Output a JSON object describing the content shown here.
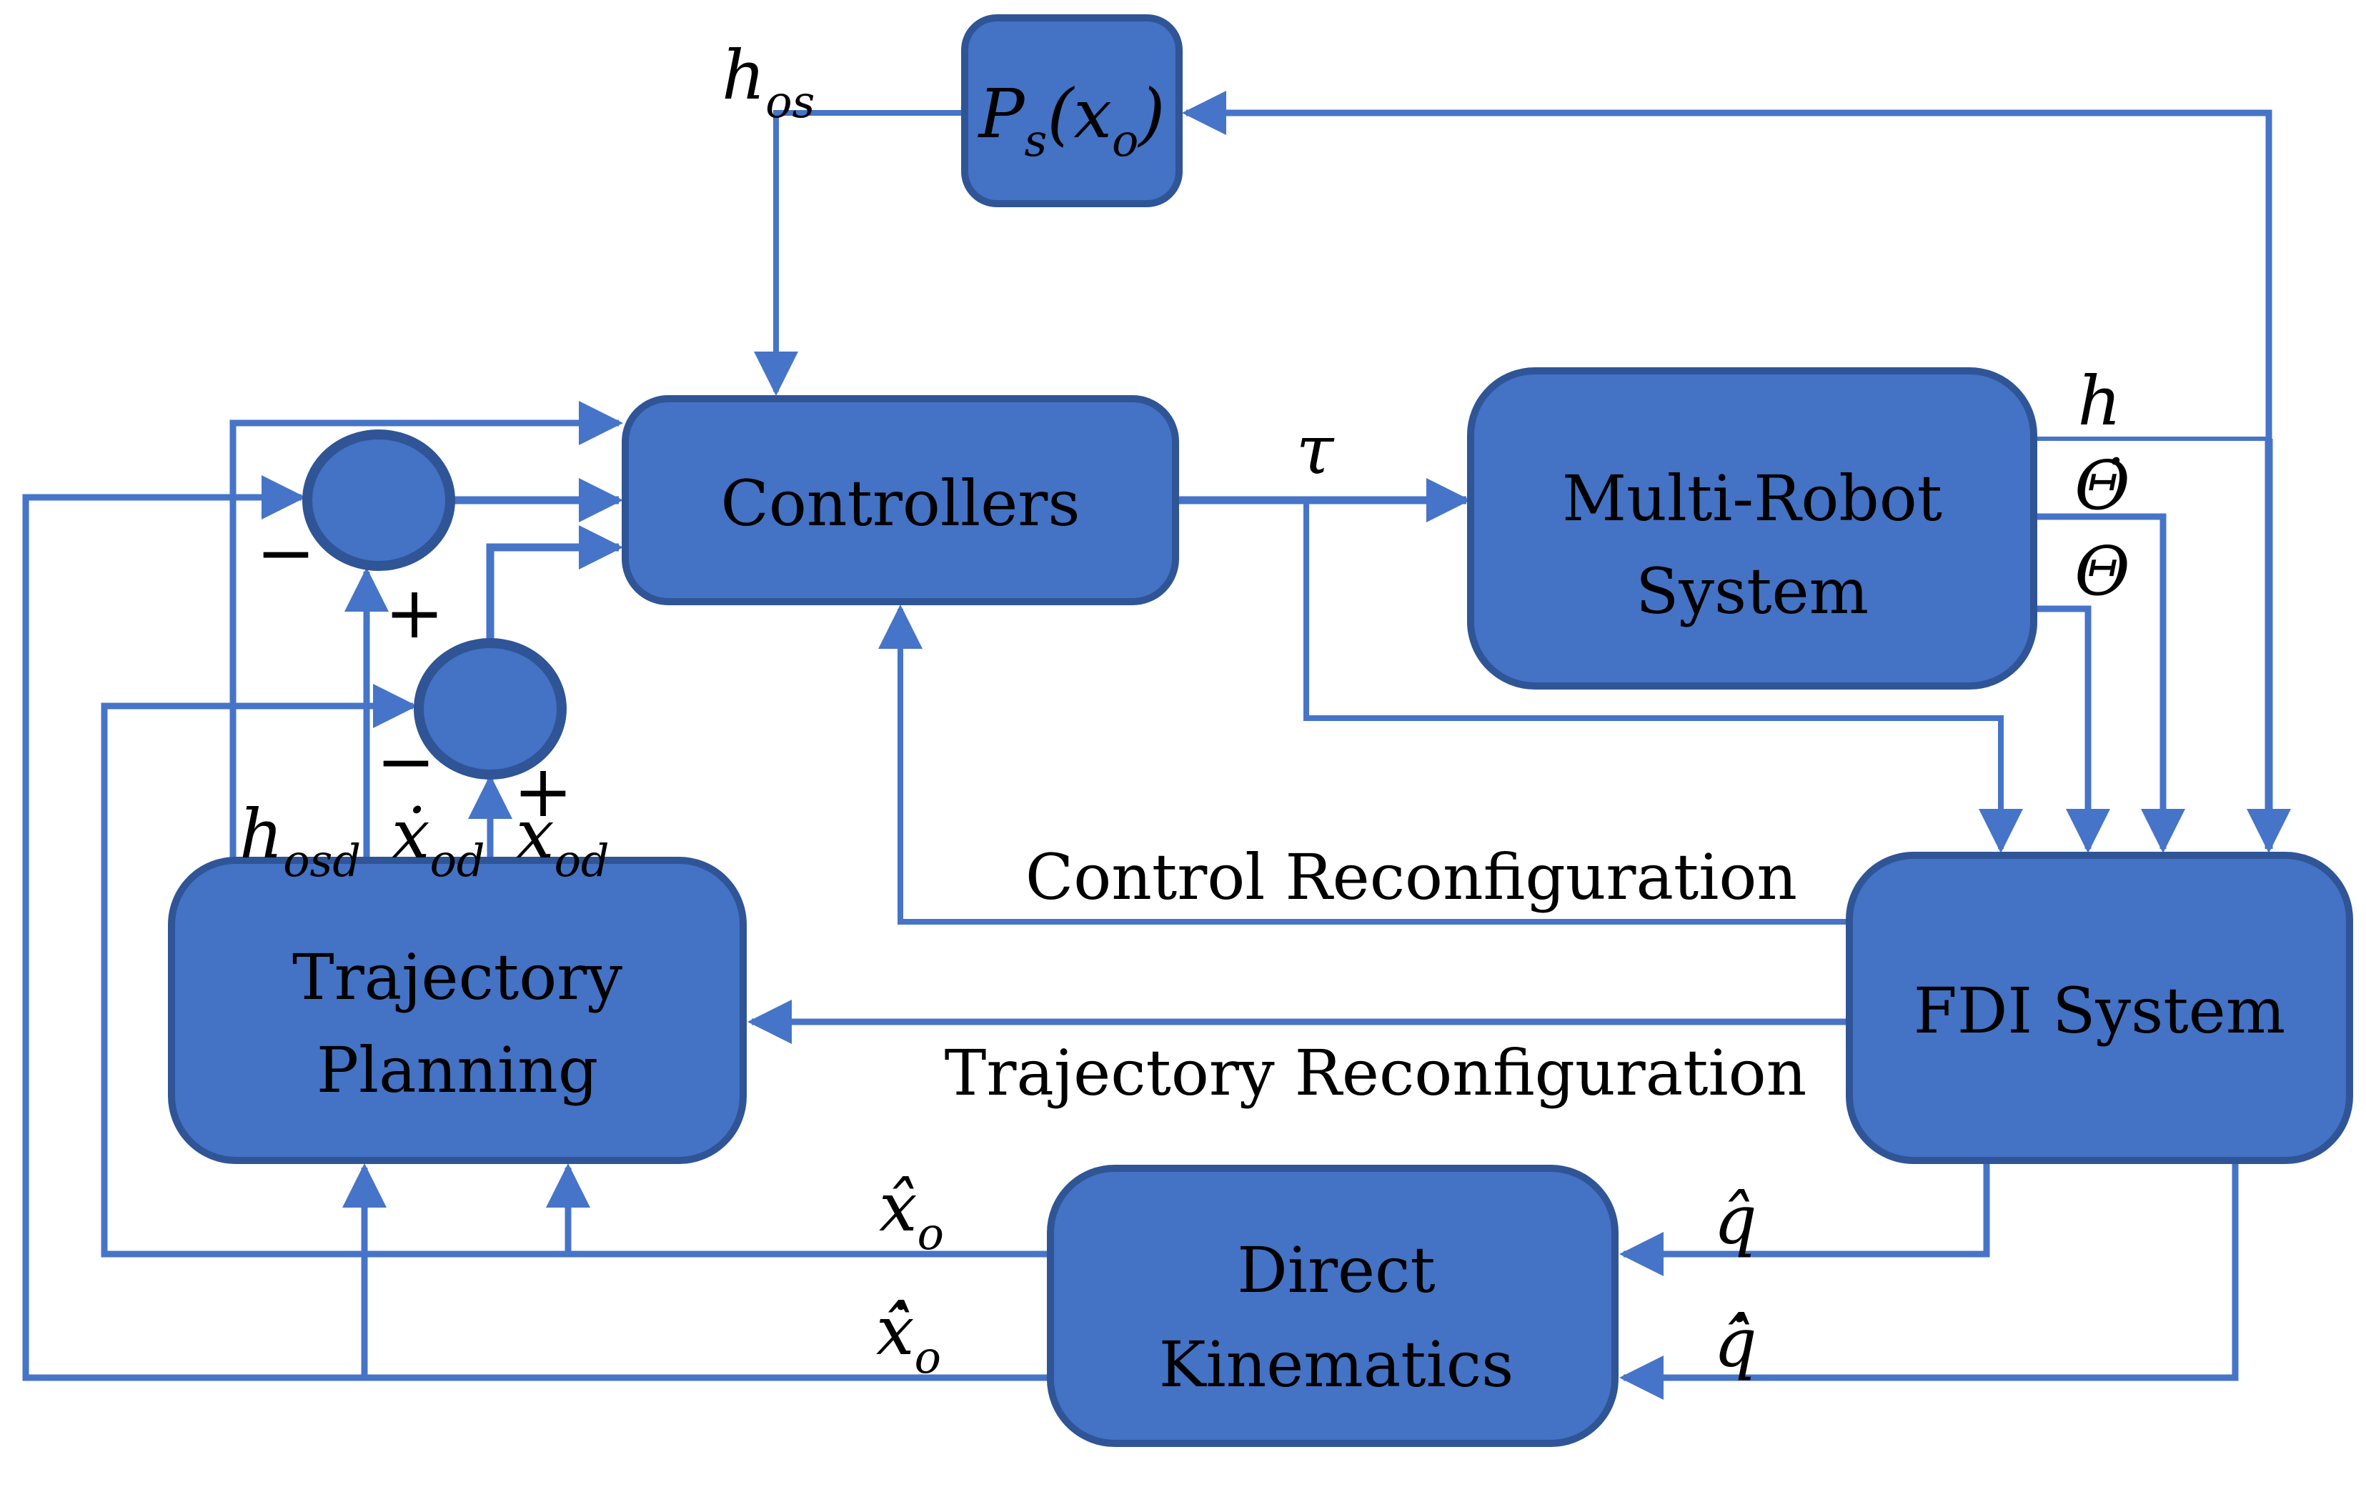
{
  "figure": {
    "kind": "control-system block diagram",
    "background": "#ffffff"
  },
  "colors": {
    "box_fill": "#4472C4",
    "box_border": "#2F5597",
    "wire": "#4674C8",
    "text": "#000000"
  },
  "blocks": {
    "ps": {
      "p": "P",
      "p_sub": "s",
      "open_paren": "(",
      "x": "x",
      "x_sub": "o",
      "close_paren": ")"
    },
    "controllers": {
      "label": "Controllers"
    },
    "multi_robot": {
      "line1": "Multi-Robot",
      "line2": "System"
    },
    "trajectory_planning": {
      "line1": "Trajectory",
      "line2": "Planning"
    },
    "fdi": {
      "label": "FDI System"
    },
    "direct_kinematics": {
      "line1": "Direct",
      "line2": "Kinematics"
    }
  },
  "signals": {
    "h_os": {
      "base": "h",
      "sub": "os"
    },
    "tau": {
      "base": "τ"
    },
    "h": {
      "base": "h"
    },
    "theta_dot": {
      "base": "Θ̇"
    },
    "theta": {
      "base": "Θ"
    },
    "h_osd": {
      "base": "h",
      "sub": "osd"
    },
    "x_dot_od": {
      "base": "ẋ",
      "sub": "od"
    },
    "x_od": {
      "base": "x",
      "sub": "od"
    },
    "x_hat_o": {
      "base": "x̂",
      "sub": "o"
    },
    "x_hat_dot_o": {
      "base": "ẋ̂",
      "sub": "o"
    },
    "q_hat": {
      "base": "q̂"
    },
    "q_hat_dot": {
      "base": "q̇̂"
    }
  },
  "operators": {
    "sum1_minus": "−",
    "sum1_plus": "+",
    "sum2_minus": "−",
    "sum2_plus": "+"
  },
  "annotations": {
    "control_reconfiguration": "Control Reconfiguration",
    "trajectory_reconfiguration": "Trajectory Reconfiguration"
  }
}
